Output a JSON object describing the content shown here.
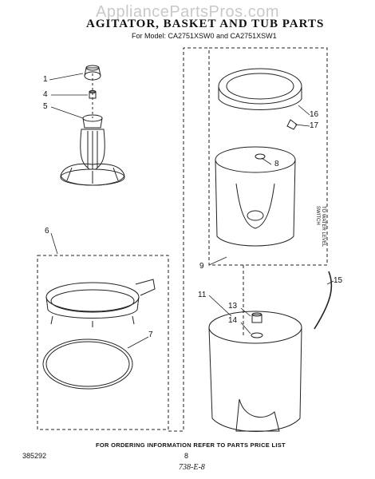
{
  "watermark": "AppliancePartsPros.com",
  "title": "AGITATOR, BASKET AND TUB PARTS",
  "model_line": "For Model: CA2751XSW0 and CA2751XSW1",
  "callouts": [
    "1",
    "4",
    "5",
    "6",
    "7",
    "8",
    "9",
    "11",
    "13",
    "14",
    "15",
    "16",
    "17"
  ],
  "side_label": "TO WATER LEVEL SWITCH",
  "footer": "FOR ORDERING INFORMATION REFER TO PARTS PRICE LIST",
  "doc_code": "385292",
  "page_number": "8",
  "handwritten_note": "738-E-8"
}
